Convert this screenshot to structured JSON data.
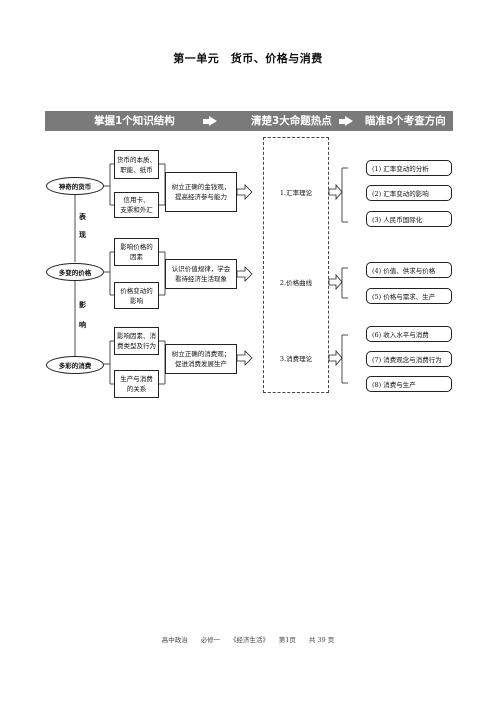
{
  "page": {
    "title": "第一单元　货币、价格与消费",
    "footer": "高中政治　　必修一　　《经济生活》　　第1页　　共 39 页"
  },
  "banner": {
    "section1": "掌握1个知识结构",
    "section2": "清楚3大命题热点",
    "section3": "瞄准8个考查方向"
  },
  "structure": {
    "topics": [
      "神奇的货币",
      "多变的价格",
      "多彩的消费"
    ],
    "links": [
      "表",
      "现",
      "影",
      "响"
    ],
    "topic1_items": [
      "货币的本质、\n职能、纸币",
      "信用卡、\n支票和外汇"
    ],
    "topic2_items": [
      "影响价格的\n因素",
      "价格变动的\n影响"
    ],
    "topic3_items": [
      "影响因素、消\n费类型及行为",
      "生产与消费\n的关系"
    ],
    "goals": [
      "树立正确的金钱观，\n提高经济参与能力",
      "认识价值规律，学会\n看待经济生活现象",
      "树立正确的消费观；\n促进消费发展生产"
    ]
  },
  "hotspots": [
    "1.汇率理论",
    "2.价格曲线",
    "3.消费理论"
  ],
  "directions": [
    "(1) 汇率变动的分析",
    "(2) 汇率变动的影响",
    "(3) 人民币国际化",
    "(4) 价值、供求与价格",
    "(5) 价格与需求、生产",
    "(6) 收入水平与消费",
    "(7) 消费观念与消费行为",
    "(8) 消费与生产"
  ]
}
